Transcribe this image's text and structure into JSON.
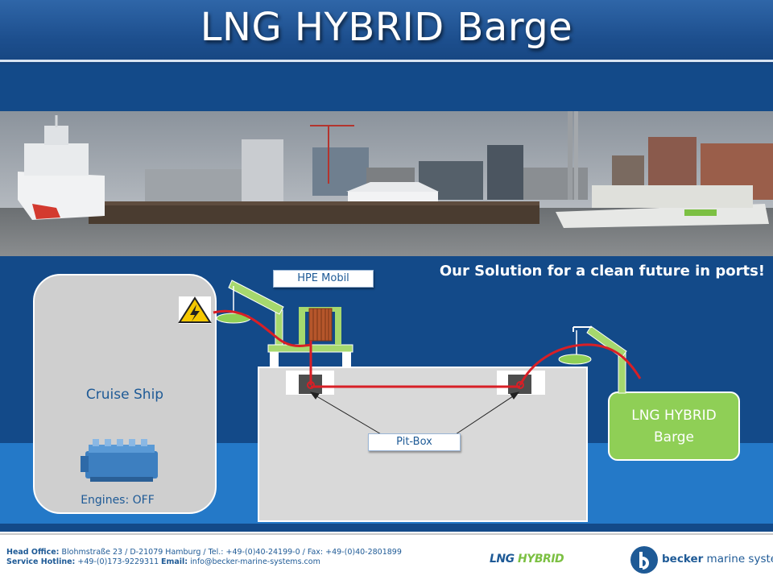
{
  "title": "LNG HYBRID Barge",
  "solution_text": "Our Solution for a clean future in ports!",
  "labels": {
    "hpe_mobil": "HPE Mobil",
    "cruise_ship": "Cruise Ship",
    "engines": "Engines: OFF",
    "pit_box": "Pit-Box",
    "barge_line1": "LNG HYBRID",
    "barge_line2": "Barge"
  },
  "footer": {
    "head_office_label": "Head Office:",
    "head_office_value": "Blohmstraße 23 / D-21079 Hamburg / Tel.: +49-(0)40-24199-0 / Fax: +49-(0)40-2801899",
    "hotline_label": "Service Hotline:",
    "hotline_value": "+49-(0)173-9229311",
    "email_label": "Email:",
    "email_value": "info@becker-marine-systems.com",
    "lng_logo_a": "LNG",
    "lng_logo_b": "HYBRID",
    "company_bold": "becker",
    "company_rest": " marine systems"
  },
  "colors": {
    "title_band": "#1d4f8e",
    "main_blue": "#134a89",
    "lower_blue": "#2479c8",
    "panel_grey": "#cfcfcf",
    "barge_green": "#8fcf56",
    "cable_red": "#d81f26",
    "crane_green": "#a6d86e",
    "text_blue": "#1e5a96"
  },
  "icons": [
    "high-voltage-warning-icon",
    "engine-icon",
    "becker-logo-icon"
  ]
}
